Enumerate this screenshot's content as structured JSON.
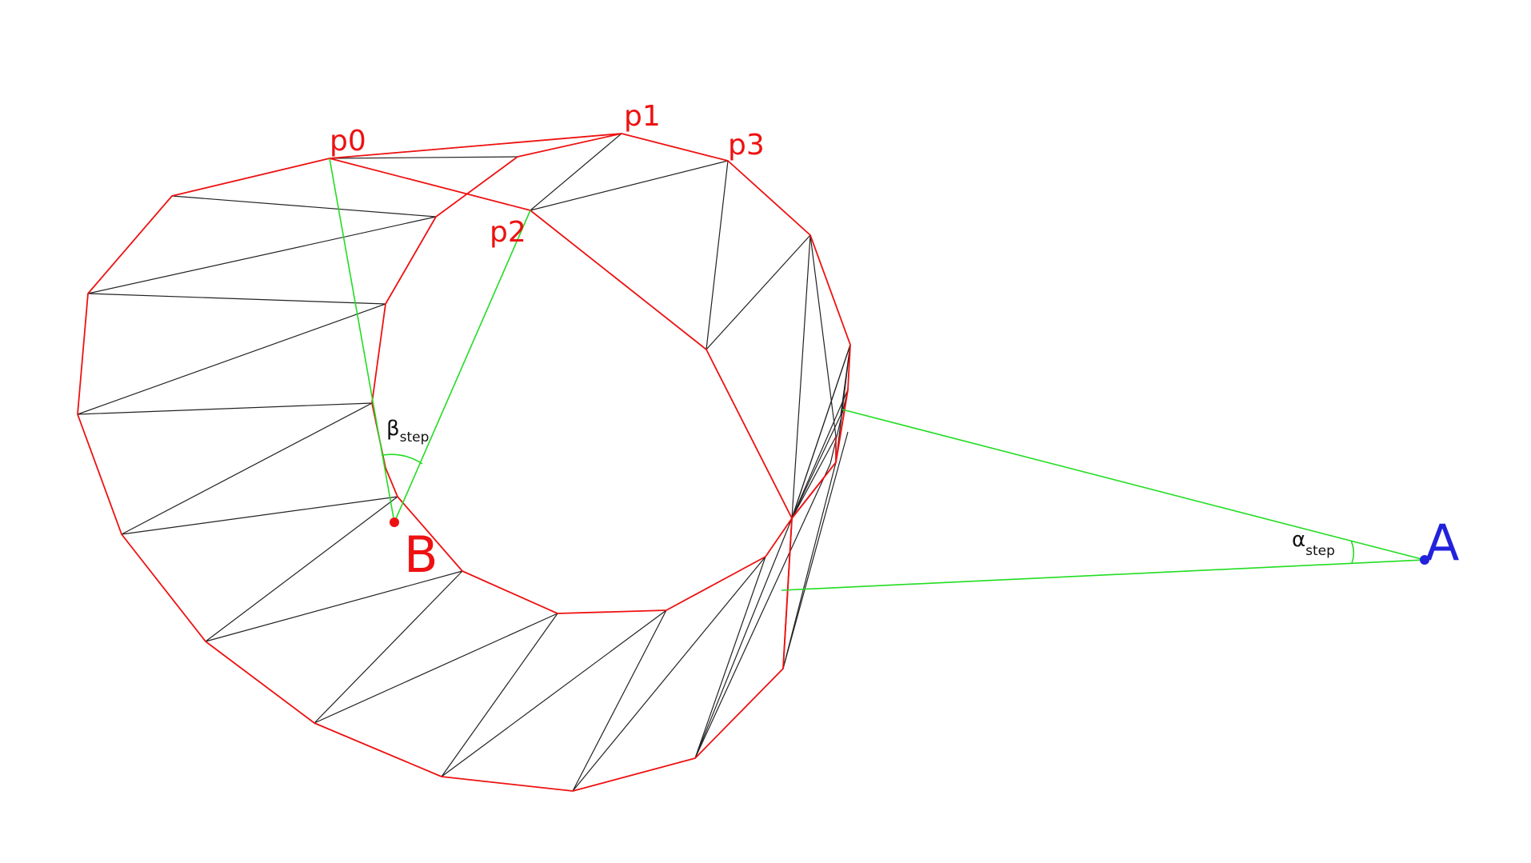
{
  "colors": {
    "background": "#ffffff",
    "outer_edge": "#ee1111",
    "mesh_edge": "#222222",
    "construction": "#22dd22",
    "label_points": "#ee1111",
    "point_A": "#2222dd",
    "angle_label": "#111111"
  },
  "labels": {
    "p0": "p0",
    "p1": "p1",
    "p2": "p2",
    "p3": "p3",
    "A": "A",
    "B": "B"
  },
  "angles": {
    "alpha": {
      "symbol": "α",
      "subscript": "step"
    },
    "beta": {
      "symbol": "β",
      "subscript": "step"
    }
  }
}
